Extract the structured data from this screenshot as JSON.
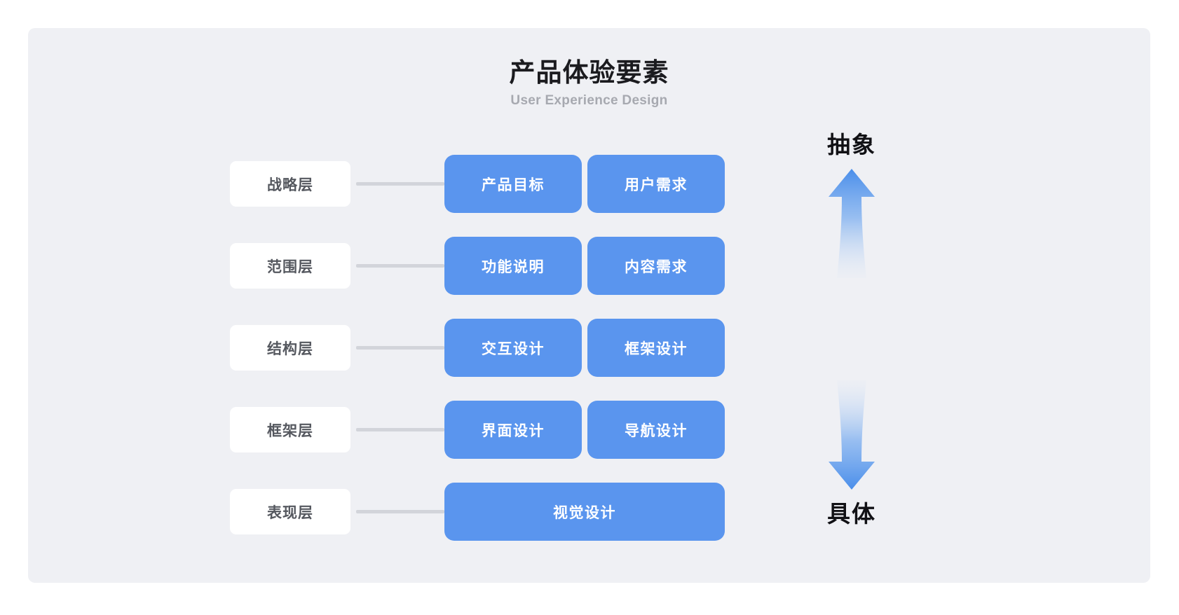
{
  "header": {
    "title": "产品体验要素",
    "subtitle": "User Experience Design"
  },
  "colors": {
    "board_background": "#eff0f4",
    "page_background": "#ffffff",
    "card_blue": "#5a95ee",
    "chip_white": "#ffffff",
    "chip_text": "#55585f",
    "connector_gray": "#d2d4da",
    "title_text": "#1b1b1f",
    "subtitle_text": "#a7a9b0",
    "axis_text": "#111115"
  },
  "rows": [
    {
      "layer": "战略层",
      "cards": [
        {
          "label": "产品目标",
          "size": "half"
        },
        {
          "label": "用户需求",
          "size": "half"
        }
      ]
    },
    {
      "layer": "范围层",
      "cards": [
        {
          "label": "功能说明",
          "size": "half"
        },
        {
          "label": "内容需求",
          "size": "half"
        }
      ]
    },
    {
      "layer": "结构层",
      "cards": [
        {
          "label": "交互设计",
          "size": "half"
        },
        {
          "label": "框架设计",
          "size": "half"
        }
      ]
    },
    {
      "layer": "框架层",
      "cards": [
        {
          "label": "界面设计",
          "size": "half"
        },
        {
          "label": "导航设计",
          "size": "half"
        }
      ]
    },
    {
      "layer": "表现层",
      "cards": [
        {
          "label": "视觉设计",
          "size": "full"
        }
      ]
    }
  ],
  "axis": {
    "top_label": "抽象",
    "bottom_label": "具体",
    "up_arrow_icon": "arrow-up-icon",
    "down_arrow_icon": "arrow-down-icon"
  }
}
